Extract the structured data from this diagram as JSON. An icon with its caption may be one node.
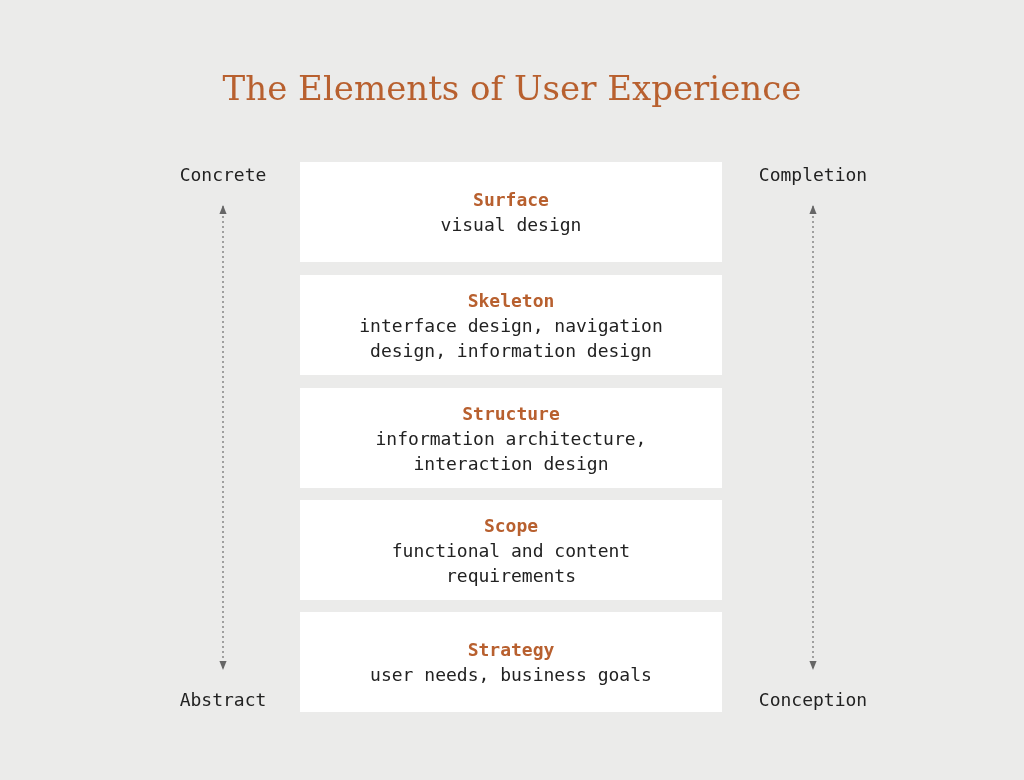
{
  "diagram": {
    "title": "The Elements of User Experience",
    "nodes": [
      {
        "text": [
          "Surface",
          "visual design"
        ]
      },
      {
        "text": [
          "Skeleton",
          "interface design, navigation design, information design"
        ]
      },
      {
        "text": [
          "Structure",
          "information architecture, interaction design"
        ]
      },
      {
        "text": [
          "Scope",
          "functional and content requirements"
        ]
      },
      {
        "text": [
          "Strategy",
          "user needs, business goals"
        ]
      }
    ],
    "labels": [
      "Concrete",
      "Completion",
      "Abstract",
      "Conception"
    ]
  }
}
